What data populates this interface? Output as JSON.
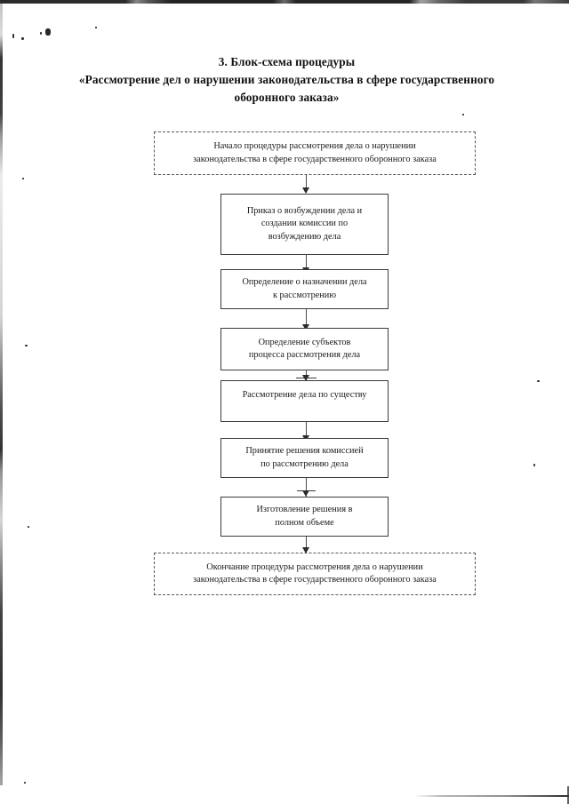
{
  "document": {
    "title_lines": [
      "3. Блок-схема процедуры",
      "«Рассмотрение дел о нарушении законодательства в сфере государственного",
      "оборонного заказа»"
    ]
  },
  "chart_data": {
    "type": "diagram",
    "diagram_kind": "flowchart",
    "orientation": "top-to-bottom",
    "title": "3. Блок-схема процедуры «Рассмотрение дел о нарушении законодательства в сфере государственного оборонного заказа»",
    "nodes": [
      {
        "id": "start",
        "shape": "terminator",
        "border": "dashed",
        "text": "Начало процедуры рассмотрения дела о нарушении\nзаконодательства в сфере государственного оборонного заказа"
      },
      {
        "id": "step1",
        "shape": "process",
        "border": "solid",
        "text": "Приказ о возбуждении дела и\nсоздании комиссии по\nвозбуждению дела"
      },
      {
        "id": "step2",
        "shape": "process",
        "border": "solid",
        "text": "Определение о назначении дела\nк рассмотрению"
      },
      {
        "id": "step3",
        "shape": "process",
        "border": "solid",
        "text": "Определение субъектов\nпроцесса рассмотрения дела"
      },
      {
        "id": "step4",
        "shape": "process",
        "border": "solid",
        "text": "Рассмотрение дела по существу"
      },
      {
        "id": "step5",
        "shape": "process",
        "border": "solid",
        "text": "Принятие решения комиссией\nпо рассмотрению дела"
      },
      {
        "id": "step6",
        "shape": "process",
        "border": "solid",
        "text": "Изготовление решения в\nполном объеме"
      },
      {
        "id": "end",
        "shape": "terminator",
        "border": "dashed",
        "text": "Окончание процедуры рассмотрения дела о нарушении\nзаконодательства в сфере государственного оборонного заказа"
      }
    ],
    "edges": [
      {
        "from": "start",
        "to": "step1",
        "style": "arrow"
      },
      {
        "from": "step1",
        "to": "step2",
        "style": "arrow"
      },
      {
        "from": "step2",
        "to": "step3",
        "style": "arrow"
      },
      {
        "from": "step3",
        "to": "step4",
        "style": "arrow"
      },
      {
        "from": "step4",
        "to": "step5",
        "style": "arrow"
      },
      {
        "from": "step5",
        "to": "step6",
        "style": "arrow"
      },
      {
        "from": "step6",
        "to": "end",
        "style": "arrow"
      }
    ],
    "colors": {
      "background": "#ffffff",
      "text": "#111111",
      "solid_border": "#3b3b3b",
      "dashed_border": "#555555",
      "connector": "#4a4a4a"
    }
  }
}
